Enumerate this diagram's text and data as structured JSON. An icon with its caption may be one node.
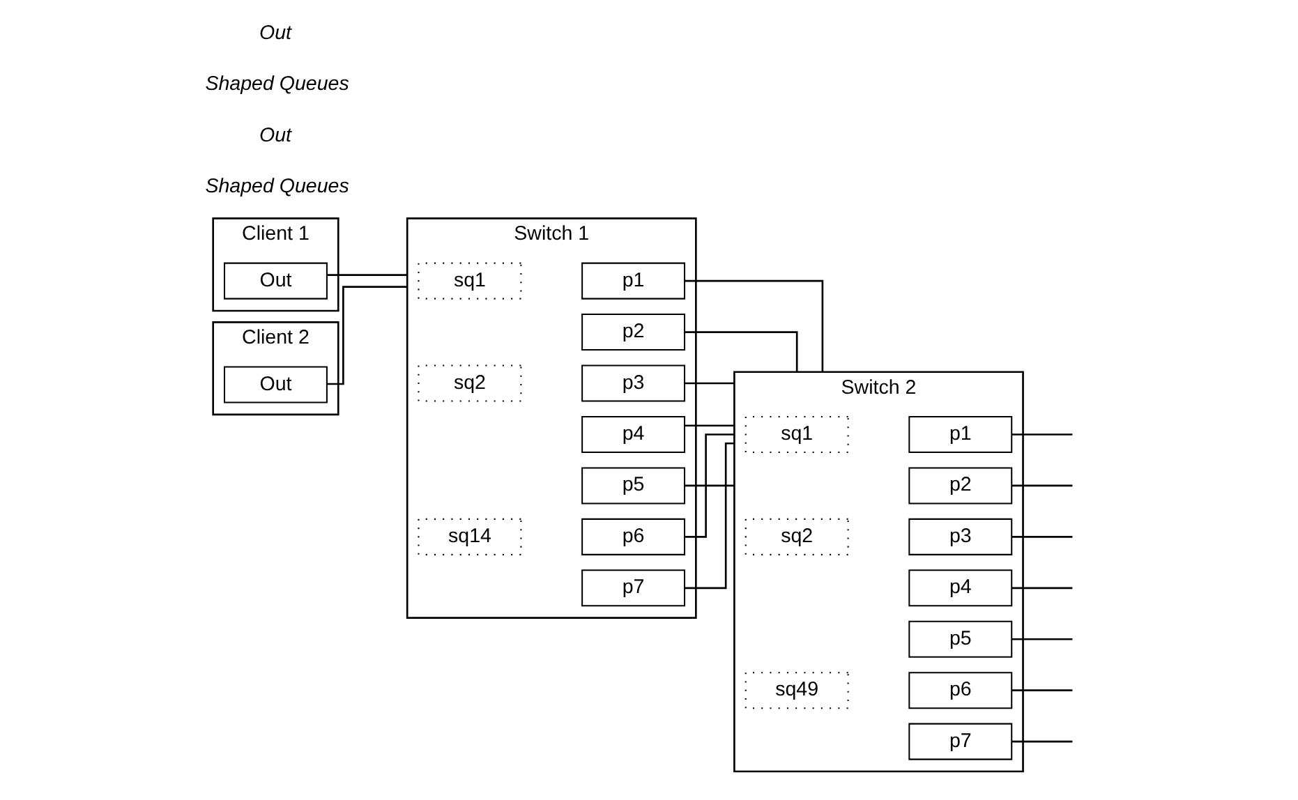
{
  "diagram": {
    "nodes": [
      {
        "text": [
          "Client 1"
        ]
      },
      {
        "text": [
          "Out"
        ],
        "in": 0
      },
      {
        "text": [
          "Client 2"
        ]
      },
      {
        "text": [
          "Out"
        ],
        "in": 2
      },
      {
        "text": [
          "Switch 1"
        ]
      },
      {
        "text": [
          "sq1"
        ],
        "in": 4
      },
      {
        "text": [
          "sq2"
        ],
        "in": 4
      },
      {
        "text": [
          "sq14"
        ],
        "in": 4
      },
      {
        "text": [
          "p1"
        ],
        "in": 4
      },
      {
        "text": [
          "p2"
        ],
        "in": 4
      },
      {
        "text": [
          "p3"
        ],
        "in": 4
      },
      {
        "text": [
          "p4"
        ],
        "in": 4
      },
      {
        "text": [
          "p5"
        ],
        "in": 4
      },
      {
        "text": [
          "p6"
        ],
        "in": 4
      },
      {
        "text": [
          "p7"
        ],
        "in": 4
      },
      {
        "text": [
          "Switch 2"
        ]
      },
      {
        "text": [
          "sq1"
        ],
        "in": 15
      },
      {
        "text": [
          "sq2"
        ],
        "in": 15
      },
      {
        "text": [
          "sq49"
        ],
        "in": 15
      },
      {
        "text": [
          "p1"
        ],
        "in": 15
      },
      {
        "text": [
          "p2"
        ],
        "in": 15
      },
      {
        "text": [
          "p3"
        ],
        "in": 15
      },
      {
        "text": [
          "p4"
        ],
        "in": 15
      },
      {
        "text": [
          "p5"
        ],
        "in": 15
      },
      {
        "text": [
          "p6"
        ],
        "in": 15
      },
      {
        "text": [
          "p7"
        ],
        "in": 15
      }
    ],
    "edges": [
      {
        "from": 1,
        "to": 4,
        "arrow": "none"
      },
      {
        "from": 3,
        "to": 4,
        "arrow": "none"
      },
      {
        "from": 8,
        "to": 15,
        "arrow": "none"
      },
      {
        "from": 9,
        "to": 15,
        "arrow": "none"
      },
      {
        "from": 10,
        "to": 15,
        "arrow": "none"
      },
      {
        "from": 11,
        "to": 15,
        "arrow": "none"
      },
      {
        "from": 12,
        "to": 15,
        "arrow": "none"
      },
      {
        "from": 13,
        "to": 15,
        "arrow": "none"
      },
      {
        "from": 14,
        "to": 15,
        "arrow": "none"
      },
      {
        "from": 19,
        "to": null,
        "arrow": "none"
      },
      {
        "from": 20,
        "to": null,
        "arrow": "none"
      },
      {
        "from": 21,
        "to": null,
        "arrow": "none"
      },
      {
        "from": 22,
        "to": null,
        "arrow": "none"
      },
      {
        "from": 23,
        "to": null,
        "arrow": "none"
      },
      {
        "from": 24,
        "to": null,
        "arrow": "none"
      },
      {
        "from": 25,
        "to": null,
        "arrow": "none"
      }
    ],
    "labels": [
      "Shaped Queues",
      "Out",
      "Shaped Queues",
      "Out"
    ]
  }
}
